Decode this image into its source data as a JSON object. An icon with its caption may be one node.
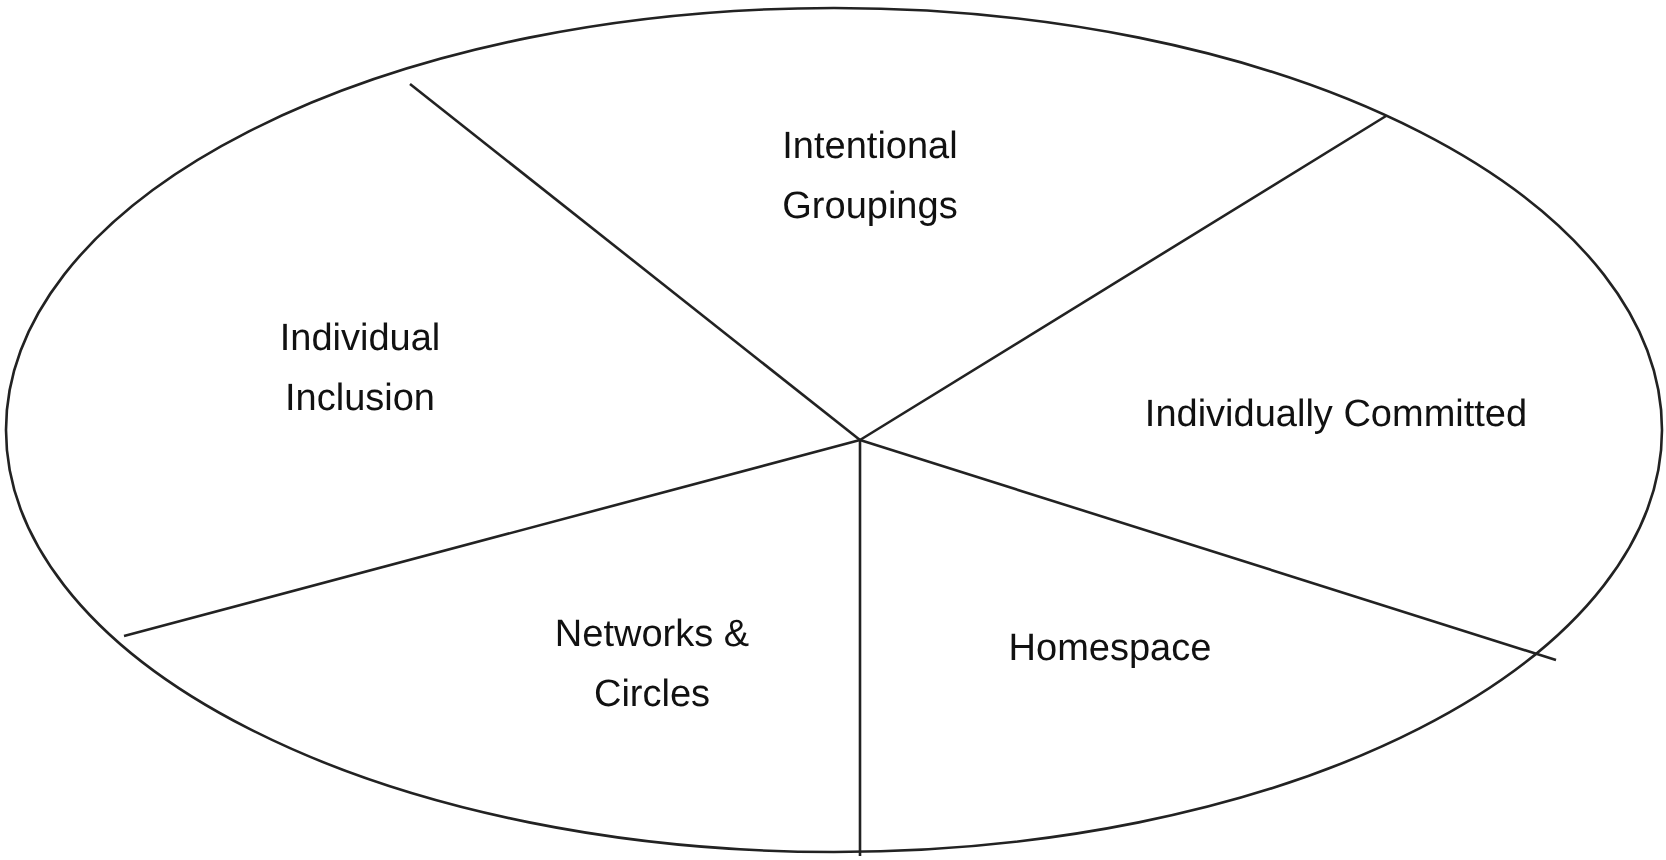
{
  "diagram": {
    "nodes": [
      {
        "text": [
          "Intentional Groupings"
        ]
      },
      {
        "text": [
          "Individual Inclusion"
        ]
      },
      {
        "text": [
          "Individually Committed"
        ]
      },
      {
        "text": [
          "Networks & Circles"
        ]
      },
      {
        "text": [
          "Homespace"
        ]
      }
    ]
  }
}
